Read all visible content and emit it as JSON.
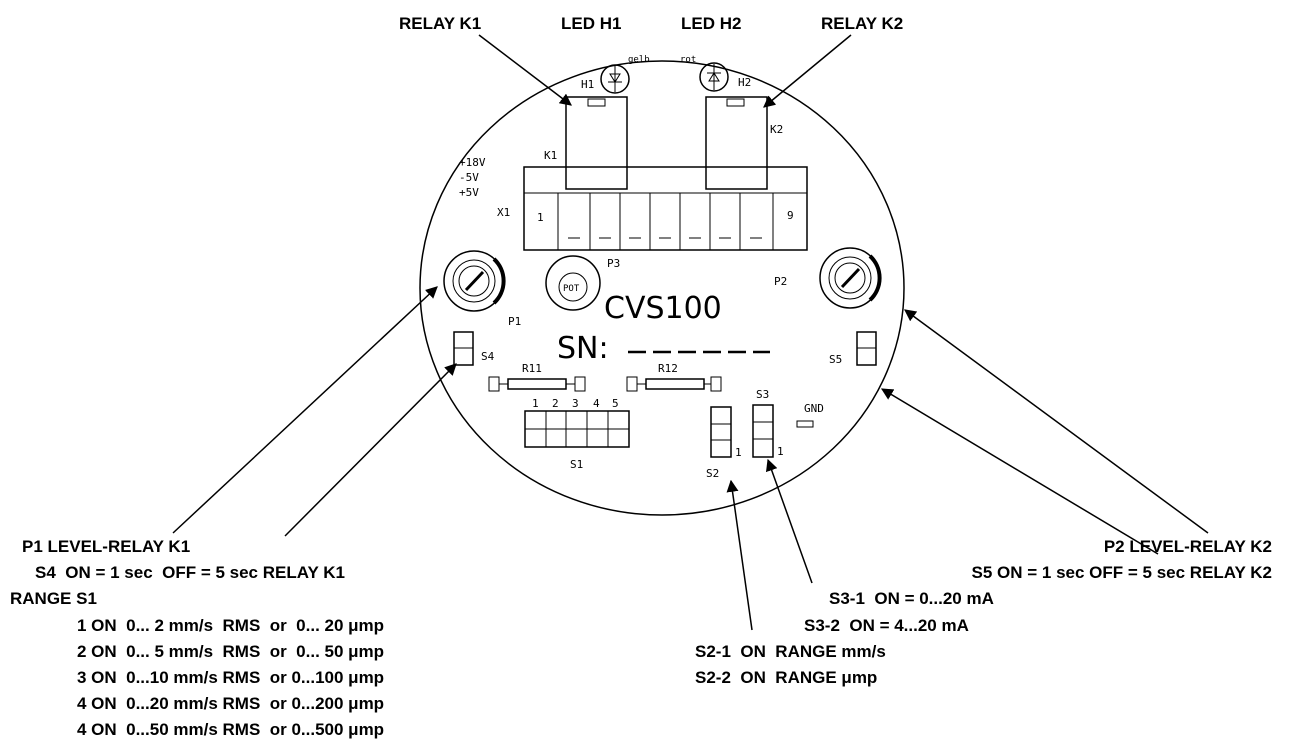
{
  "top_labels": {
    "relay_k1": "RELAY K1",
    "led_h1": "LED H1",
    "led_h2": "LED H2",
    "relay_k2": "RELAY K2"
  },
  "board": {
    "h1": "H1",
    "h2": "H2",
    "gelb": "gelb",
    "rot": "rot",
    "k1": "K1",
    "k2": "K2",
    "v18": "+18V",
    "v5n": "-5V",
    "v5p": "+5V",
    "x1": "X1",
    "pin1": "1",
    "pin9": "9",
    "p1": "P1",
    "p2": "P2",
    "p3": "P3",
    "pot": "POT",
    "model": "CVS100",
    "sn": "SN:",
    "s4": "S4",
    "s5": "S5",
    "r11": "R11",
    "r12": "R12",
    "s1": "S1",
    "s1_pins": [
      "1",
      "2",
      "3",
      "4",
      "5"
    ],
    "s2": "S2",
    "s3": "S3",
    "s2_one": "1",
    "s3_one": "1",
    "gnd": "GND"
  },
  "left_notes": {
    "p1_level": "P1 LEVEL-RELAY K1",
    "s4_timing": "S4  ON = 1 sec  OFF = 5 sec RELAY K1",
    "range_title": "RANGE S1",
    "range_rows": [
      "1 ON  0... 2 mm/s  RMS  or  0... 20 μmp",
      "2 ON  0... 5 mm/s  RMS  or  0... 50 μmp",
      "3 ON  0...10 mm/s RMS  or 0...100 μmp",
      "4 ON  0...20 mm/s RMS  or 0...200 μmp",
      "4 ON  0...50 mm/s RMS  or 0...500 μmp"
    ]
  },
  "right_notes": {
    "p2_level": "P2 LEVEL-RELAY K2",
    "s5_timing": "S5 ON = 1 sec OFF = 5 sec RELAY K2",
    "s3_1": "S3-1  ON = 0...20 mA",
    "s3_2": "S3-2  ON = 4...20 mA",
    "s2_1": "S2-1  ON  RANGE mm/s",
    "s2_2": "S2-2  ON  RANGE μmp"
  }
}
